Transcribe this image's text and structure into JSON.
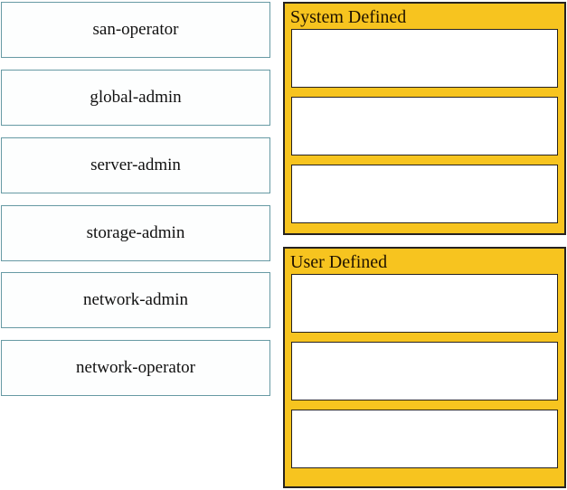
{
  "question_type": "drag-and-drop",
  "drag_options": [
    "san-operator",
    "global-admin",
    "server-admin",
    "storage-admin",
    "network-admin",
    "network-operator"
  ],
  "drop_panels": [
    {
      "title": "System Defined",
      "slot_count": 3,
      "slots": [
        "",
        "",
        ""
      ]
    },
    {
      "title": "User Defined",
      "slot_count": 3,
      "slots": [
        "",
        "",
        ""
      ]
    }
  ],
  "colors": {
    "panel_background": "#f7c41f",
    "panel_border": "#262220",
    "slot_background": "#ffffff",
    "slot_border": "#262220",
    "option_border": "#679aa4",
    "option_background": "#fdfefe",
    "option_text": "#111111",
    "panel_title_text": "#201300",
    "page_background": "#ffffff"
  }
}
